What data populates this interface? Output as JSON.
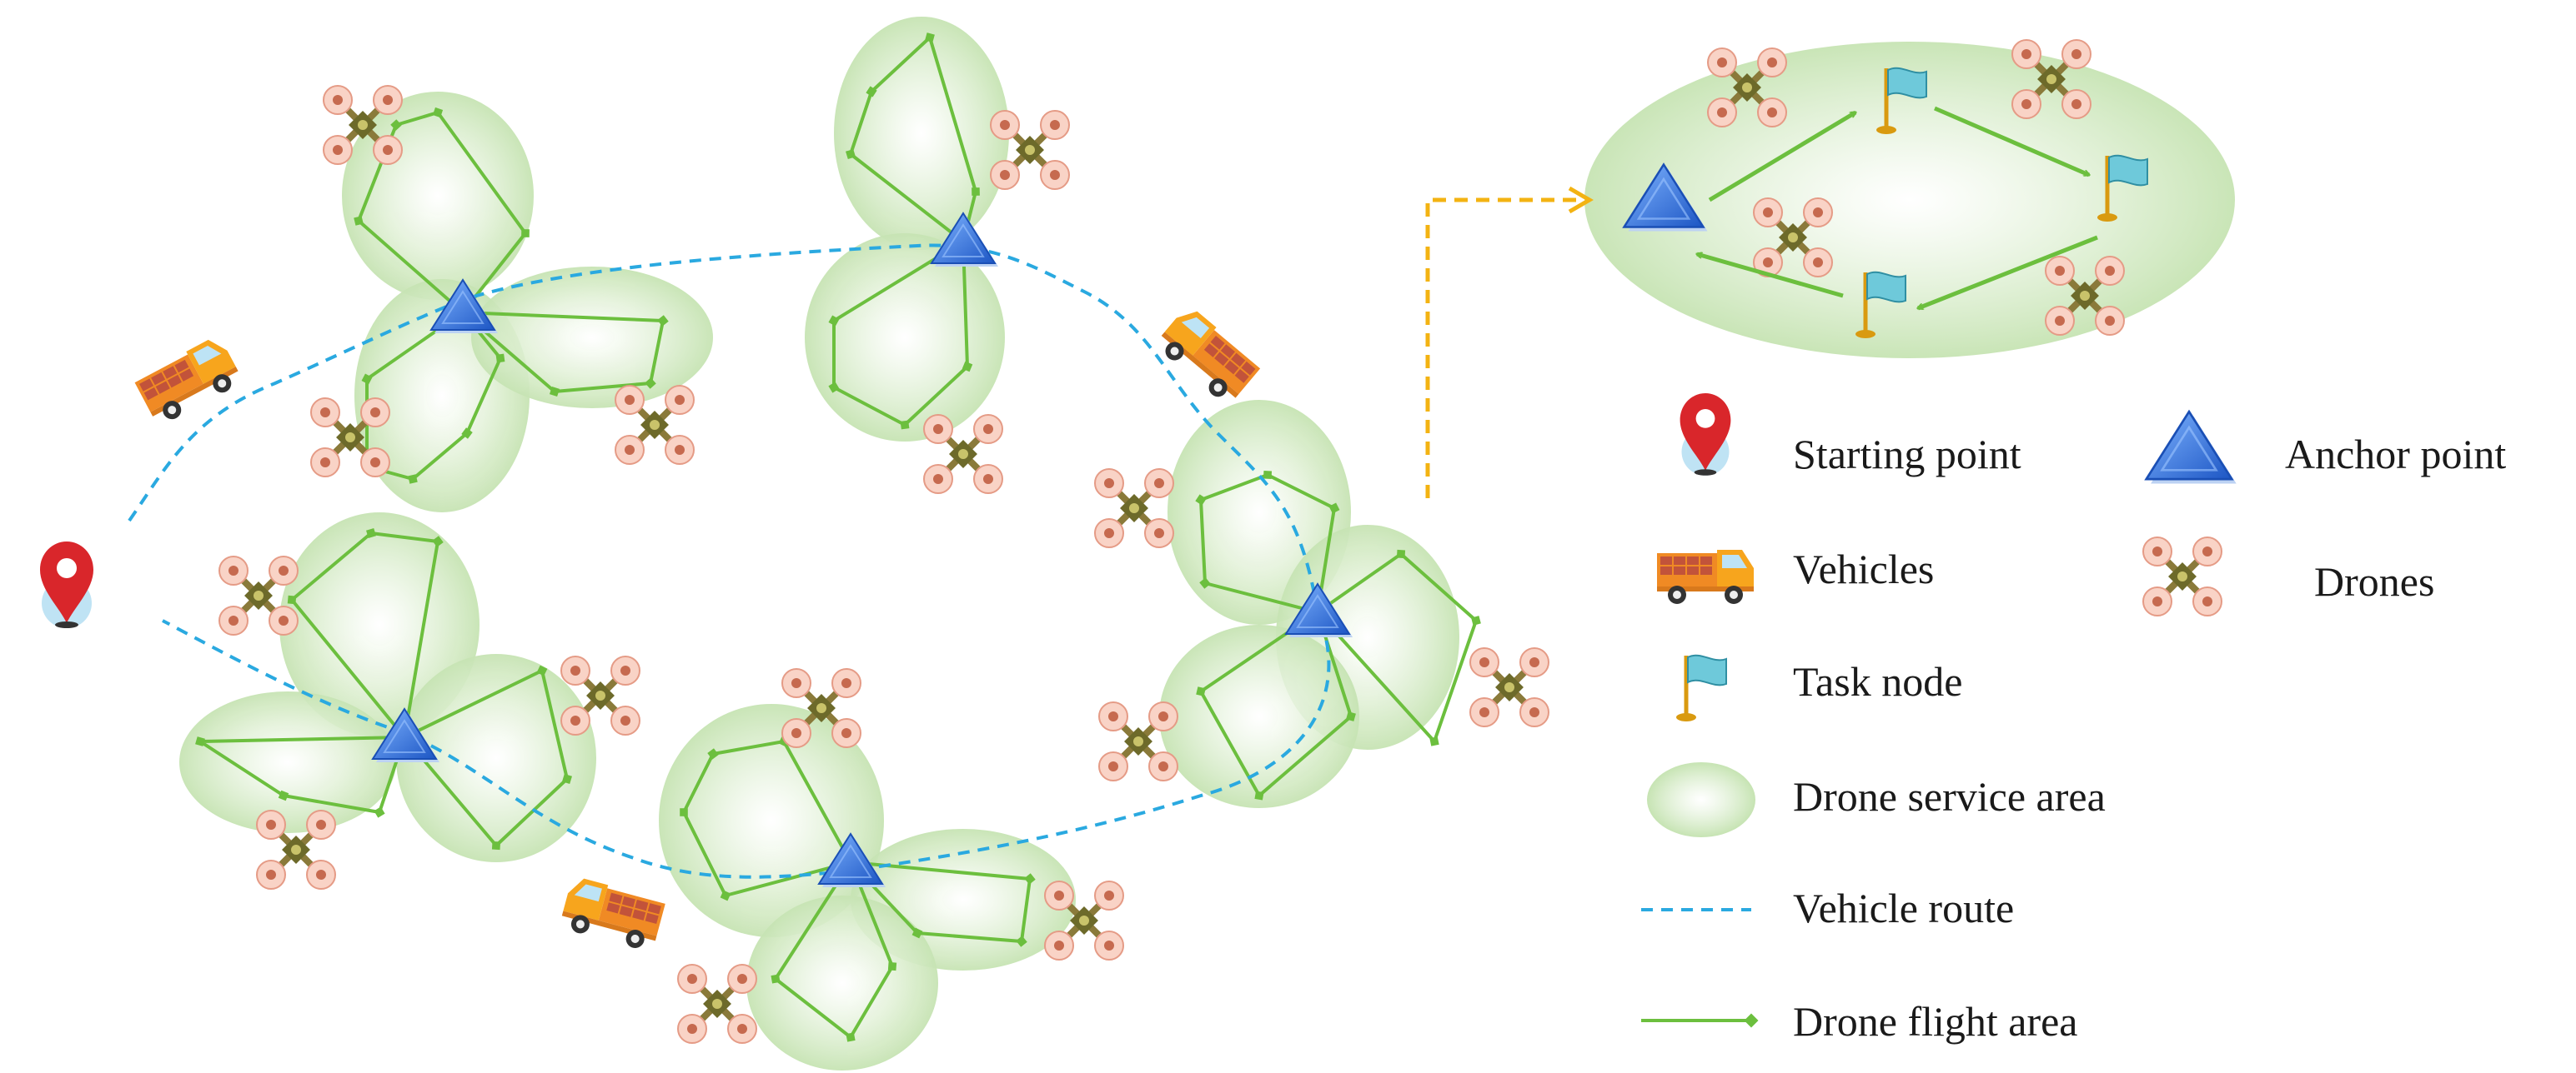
{
  "colors": {
    "service_area": "#cfe8bf",
    "flight_line": "#6cbf3e",
    "route": "#2aa9e0",
    "anchor": "#2f6fd6",
    "arrow_callout": "#f3b312",
    "pin": "#d9262b",
    "truck": "#f7941d",
    "flag": "#5fc4d6",
    "drone_rotor": "#f4b7a6",
    "drone_body": "#8a7a3a"
  },
  "legend": {
    "starting_point": "Starting point",
    "anchor_point": "Anchor point",
    "vehicles": "Vehicles",
    "drones": "Drones",
    "task_node": "Task node",
    "service_area": "Drone service area",
    "vehicle_route": "Vehicle route",
    "flight_area": "Drone flight area"
  },
  "icons": [
    "location-pin-icon",
    "truck-icon",
    "drone-icon",
    "flag-icon",
    "triangle-anchor-icon"
  ]
}
